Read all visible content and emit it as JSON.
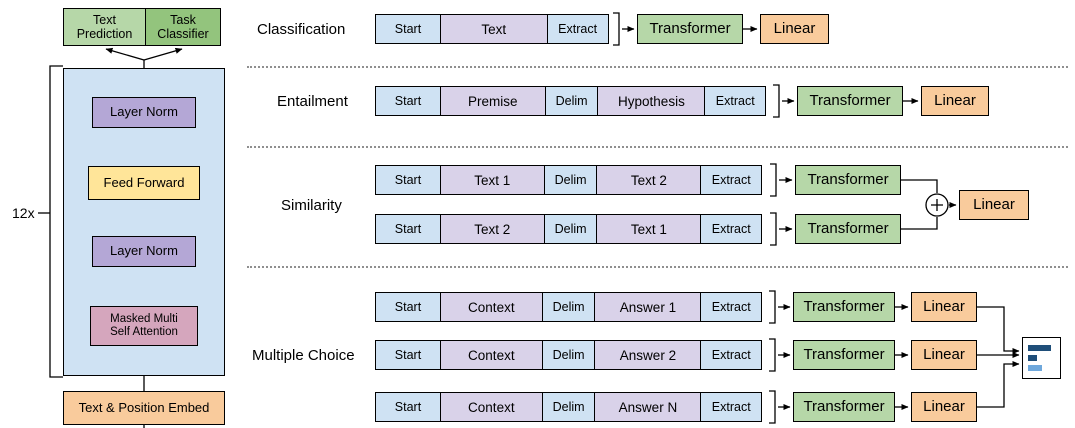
{
  "colors": {
    "token_cell": "#cfe2f3",
    "content_cell": "#d9d2e9",
    "transformer_box": "#b6d7a8",
    "linear_box": "#f9cb9c",
    "layer_norm_box": "#b4a7d6",
    "feed_forward_box": "#ffe599",
    "attention_box": "#d5a6bd",
    "text_prediction_box": "#b6d7a8",
    "task_classifier_box": "#93c47d",
    "embed_box": "#f9cb9c",
    "decoder_container": "#cfe2f3",
    "bar_dark": "#1f4e79",
    "bar_light": "#6fa8dc"
  },
  "decoder": {
    "outputs": [
      {
        "label": "Text Prediction"
      },
      {
        "label": "Task Classifier"
      }
    ],
    "repeat_label": "12x",
    "blocks": {
      "layer_norm_top": "Layer Norm",
      "feed_forward": "Feed Forward",
      "layer_norm_bottom": "Layer Norm",
      "attention_line1": "Masked Multi",
      "attention_line2": "Self Attention",
      "embed": "Text & Position Embed"
    }
  },
  "tasks": [
    {
      "label": "Classification",
      "rows": [
        {
          "cells": [
            "Start",
            "Text",
            "Extract"
          ],
          "transformer": "Transformer",
          "linear": "Linear"
        }
      ]
    },
    {
      "label": "Entailment",
      "rows": [
        {
          "cells": [
            "Start",
            "Premise",
            "Delim",
            "Hypothesis",
            "Extract"
          ],
          "transformer": "Transformer",
          "linear": "Linear"
        }
      ]
    },
    {
      "label": "Similarity",
      "rows": [
        {
          "cells": [
            "Start",
            "Text 1",
            "Delim",
            "Text 2",
            "Extract"
          ],
          "transformer": "Transformer"
        },
        {
          "cells": [
            "Start",
            "Text 2",
            "Delim",
            "Text 1",
            "Extract"
          ],
          "transformer": "Transformer"
        }
      ],
      "linear": "Linear"
    },
    {
      "label": "Multiple Choice",
      "rows": [
        {
          "cells": [
            "Start",
            "Context",
            "Delim",
            "Answer 1",
            "Extract"
          ],
          "transformer": "Transformer",
          "linear": "Linear"
        },
        {
          "cells": [
            "Start",
            "Context",
            "Delim",
            "Answer 2",
            "Extract"
          ],
          "transformer": "Transformer",
          "linear": "Linear"
        },
        {
          "cells": [
            "Start",
            "Context",
            "Delim",
            "Answer N",
            "Extract"
          ],
          "transformer": "Transformer",
          "linear": "Linear"
        }
      ]
    }
  ]
}
